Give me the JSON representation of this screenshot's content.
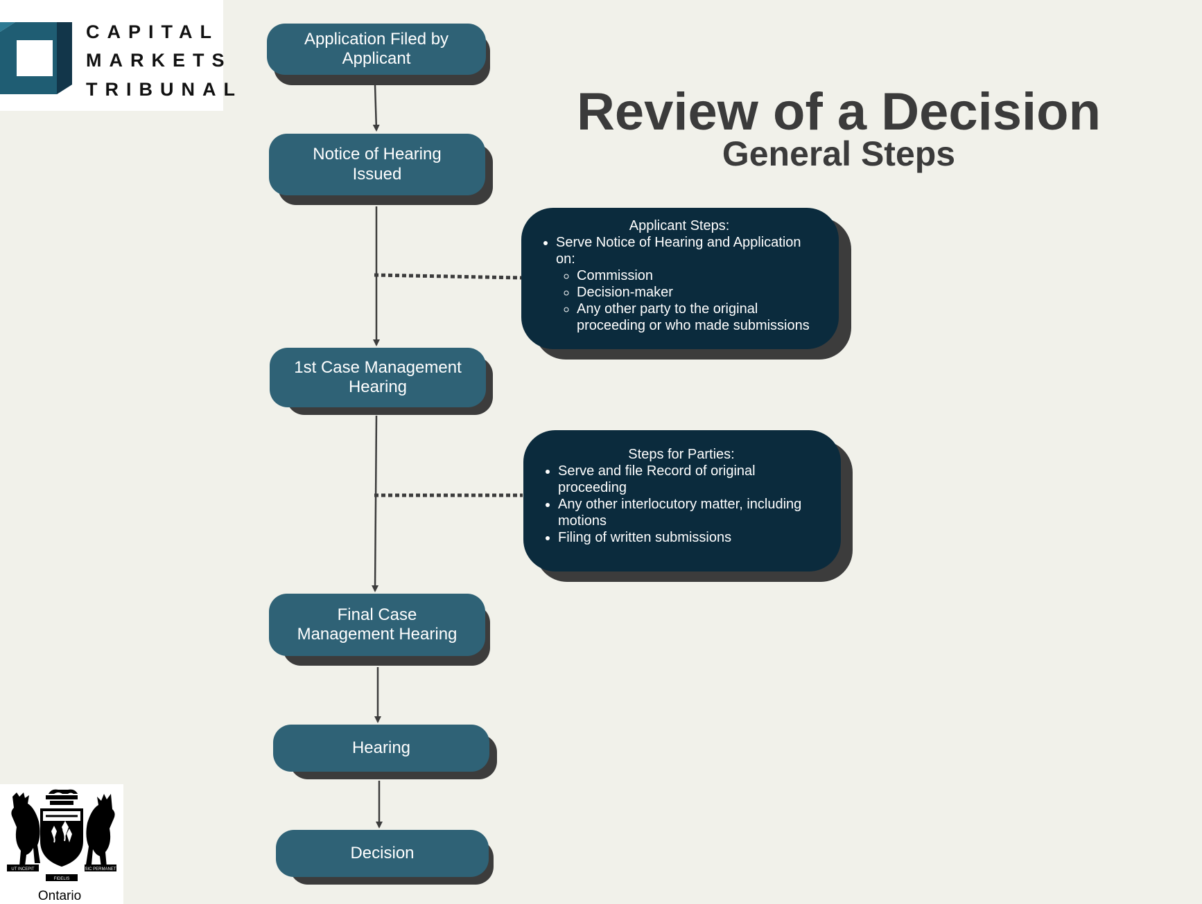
{
  "logo": {
    "lines": [
      "CAPITAL",
      "MARKETS",
      "TRIBUNAL"
    ],
    "colors": {
      "dark": "#12364a",
      "mid": "#1f5d73",
      "light": "#2d7a93"
    }
  },
  "title": "Review of a Decision",
  "subtitle": "General Steps",
  "steps": [
    {
      "label": "Application Filed by\nApplicant"
    },
    {
      "label": "Notice of Hearing\nIssued"
    },
    {
      "label": "1st Case Management\nHearing"
    },
    {
      "label": "Final Case\nManagement Hearing"
    },
    {
      "label": "Hearing"
    },
    {
      "label": "Decision"
    }
  ],
  "applicant_steps": {
    "title": "Applicant Steps:",
    "item": "Serve Notice of Hearing and Application on:",
    "subitems": [
      "Commission",
      "Decision-maker",
      "Any other party to the original proceeding or who made submissions"
    ]
  },
  "party_steps": {
    "title": "Steps for Parties:",
    "items": [
      "Serve and file Record of original proceeding",
      "Any other interlocutory matter, including motions",
      "Filing of written submissions"
    ]
  },
  "crest": {
    "motto_left": "UT INCEPIT",
    "motto_middle": "FIDELIS",
    "motto_right": "SIC PERMANET",
    "label": "Ontario"
  },
  "colors": {
    "background": "#f1f1ea",
    "step_fill": "#2f6276",
    "info_fill": "#0b2b3d",
    "shadow": "#3c3c3c",
    "title_text": "#3b3b3b"
  }
}
